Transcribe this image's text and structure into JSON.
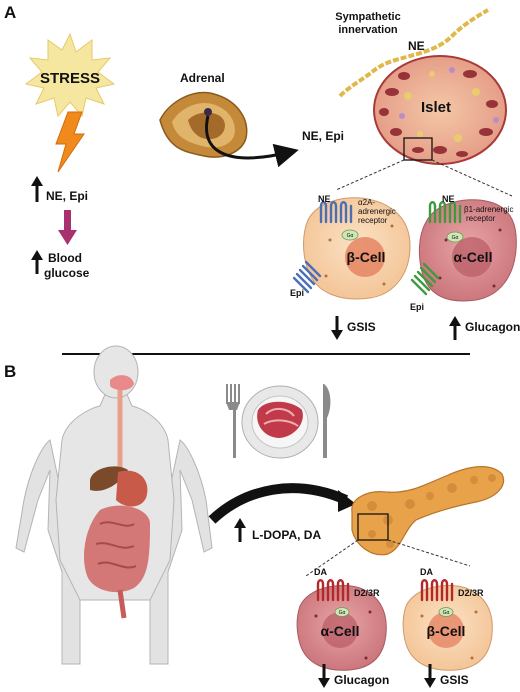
{
  "panel_a": {
    "letter": "A",
    "stress": "STRESS",
    "ne_epi_left": "NE, Epi",
    "blood_glucose_1": "Blood",
    "blood_glucose_2": "glucose",
    "adrenal": "Adrenal",
    "ne_epi_arrow": "NE, Epi",
    "sympathetic_1": "Sympathetic",
    "sympathetic_2": "innervation",
    "ne_top": "NE",
    "islet": "Islet",
    "beta_ne": "NE",
    "alpha2_1": "α2A-",
    "alpha2_2": "adrenergic",
    "alpha2_3": "receptor",
    "beta_cell": "β-Cell",
    "epi_beta": "Epi",
    "gsis": "GSIS",
    "alpha_ne": "NE",
    "beta1_1": "β1-adrenergic",
    "beta1_2": "receptor",
    "alpha_cell": "α-Cell",
    "epi_alpha": "Epi",
    "glucagon": "Glucagon",
    "gprotein": "Gα"
  },
  "panel_b": {
    "letter": "B",
    "ldopa": "L-DOPA, DA",
    "da_alpha": "DA",
    "d23_alpha": "D2/3R",
    "alpha_cell": "α-Cell",
    "glucagon": "Glucagon",
    "da_beta": "DA",
    "d23_beta": "D2/3R",
    "beta_cell": "β-Cell",
    "gsis": "GSIS",
    "gprotein": "Gα"
  },
  "colors": {
    "beta_cell": "#f8cfa8",
    "alpha_cell": "#d9888c",
    "receptor_blue": "#4a6fb5",
    "receptor_green": "#3f9a3f",
    "receptor_red": "#b02a2a",
    "pancreas": "#e8a24a",
    "stress_star": "#f6e7a0",
    "bolt": "#f08a1c",
    "magenta_arrow": "#a8326e"
  }
}
